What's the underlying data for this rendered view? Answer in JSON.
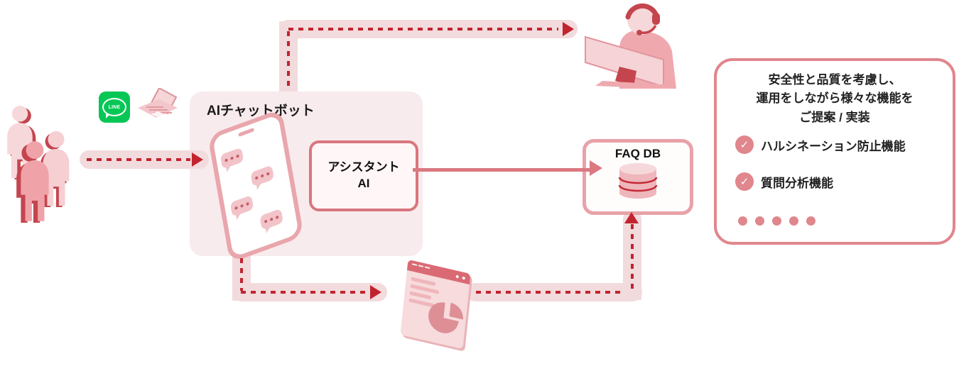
{
  "chatbot_box": {
    "title": "AIチャットボット"
  },
  "assistant_box": {
    "line1": "アシスタント",
    "line2": "AI"
  },
  "faq_db_box": {
    "label": "FAQ DB"
  },
  "line_app": {
    "label": "LINE"
  },
  "panel": {
    "heading": [
      "安全性と品質を考慮し、",
      "運用をしながら様々な機能を",
      "ご提案 / 実装"
    ],
    "features": [
      {
        "label": "ハルシネーション防止機能"
      },
      {
        "label": "質問分析機能"
      }
    ]
  },
  "icons": {
    "check": "✓"
  },
  "colors": {
    "line_green": "#06c755",
    "dash_red": "#c2242f",
    "solid_arrow_rose": "#db7880",
    "panel_border": "#e0868d",
    "chatbot_box_fill": "#f8ebed",
    "dark_red_accent": "#c4454e"
  }
}
